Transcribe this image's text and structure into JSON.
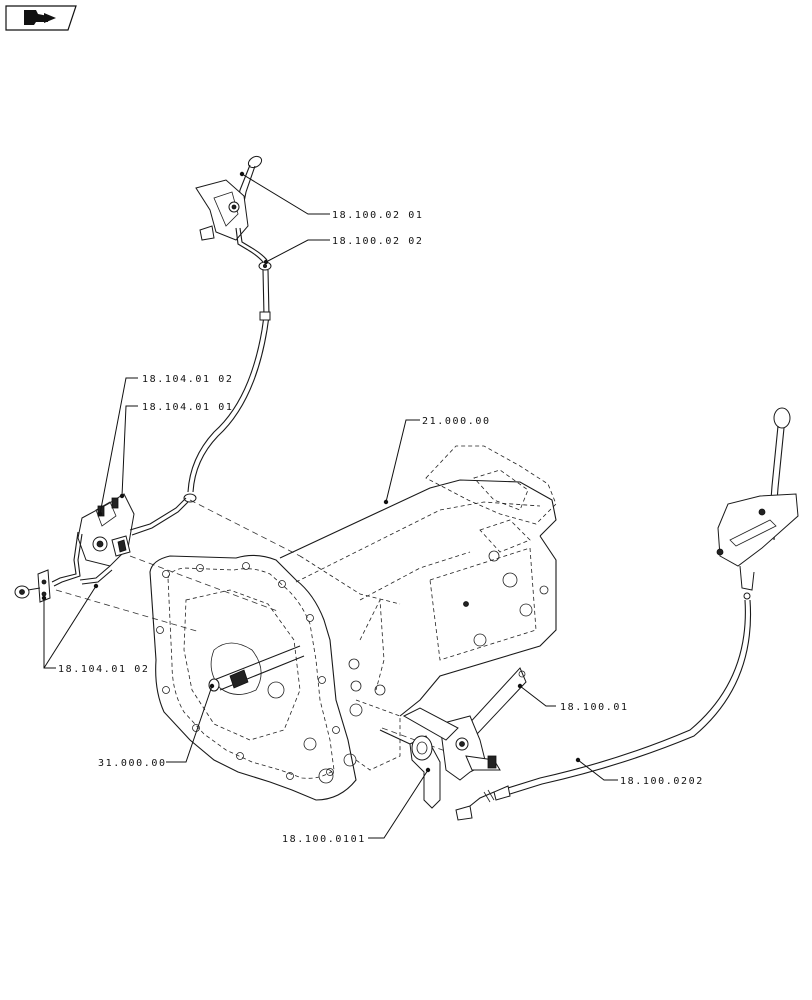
{
  "callouts": {
    "c1": "18.100.02 01",
    "c2": "18.100.02 02",
    "c3": "18.104.01 02",
    "c4": "18.104.01 01",
    "c5": "21.000.00",
    "c6": "18.104.01 02",
    "c7": "18.100.01",
    "c8": "31.000.00",
    "c9": "18.100.0202",
    "c10": "18.100.0101"
  },
  "icons": {
    "nav": "next-page-arrow-icon"
  }
}
